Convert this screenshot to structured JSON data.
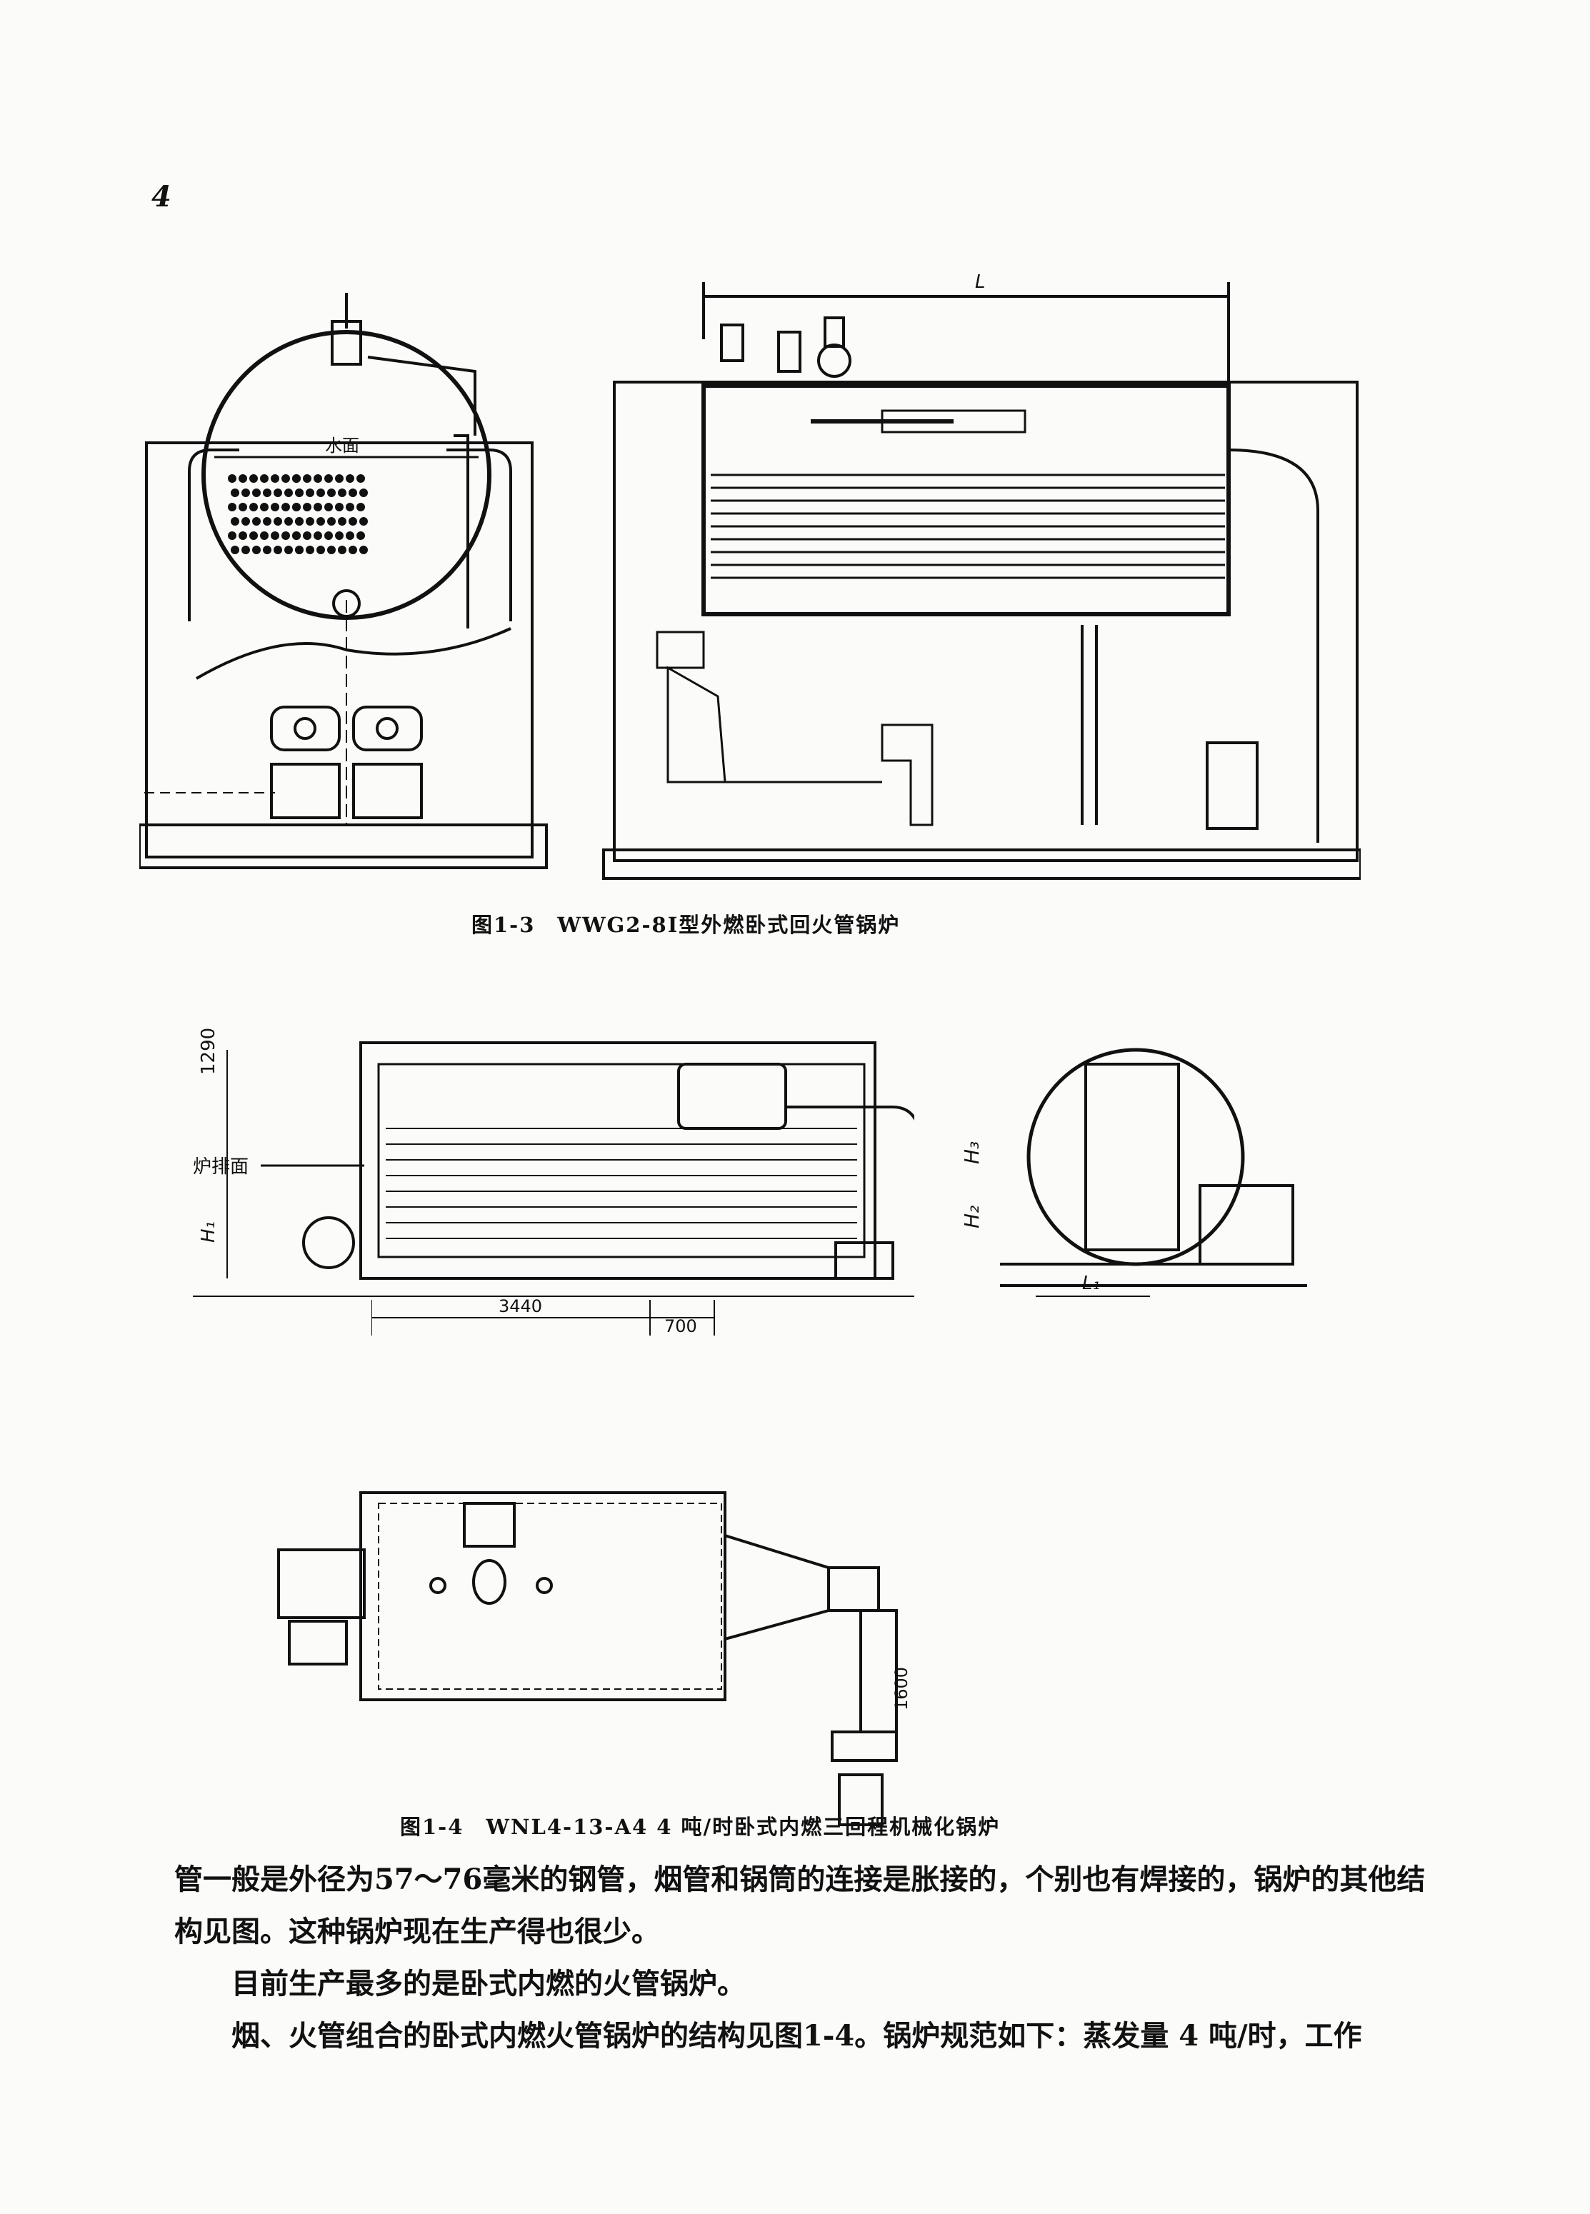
{
  "page": {
    "number": "4"
  },
  "figure_1_3": {
    "caption": "图1-3　WWG2-8Ⅰ型外燃卧式回火管锅炉",
    "labels": {
      "water_level": "水面",
      "length": "L"
    }
  },
  "figure_1_4": {
    "caption": "图1-4　WNL4-13-A4 4 吨/时卧式内燃三回程机械化锅炉",
    "labels": {
      "grate_level": "炉排面",
      "h1290": "1290",
      "h1": "H₁",
      "w3440": "3440",
      "w700": "700",
      "h2": "H₂",
      "h3": "H₃",
      "l1": "L₁",
      "h1600": "1600"
    }
  },
  "body": {
    "paragraphs": [
      "管一般是外径为57～76毫米的钢管，烟管和锅筒的连接是胀接的，个别也有焊接的，锅炉的其他结构见图。这种锅炉现在生产得也很少。",
      "目前生产最多的是卧式内燃的火管锅炉。",
      "烟、火管组合的卧式内燃火管锅炉的结构见图1-4。锅炉规范如下：蒸发量 4 吨/时，工作"
    ]
  }
}
